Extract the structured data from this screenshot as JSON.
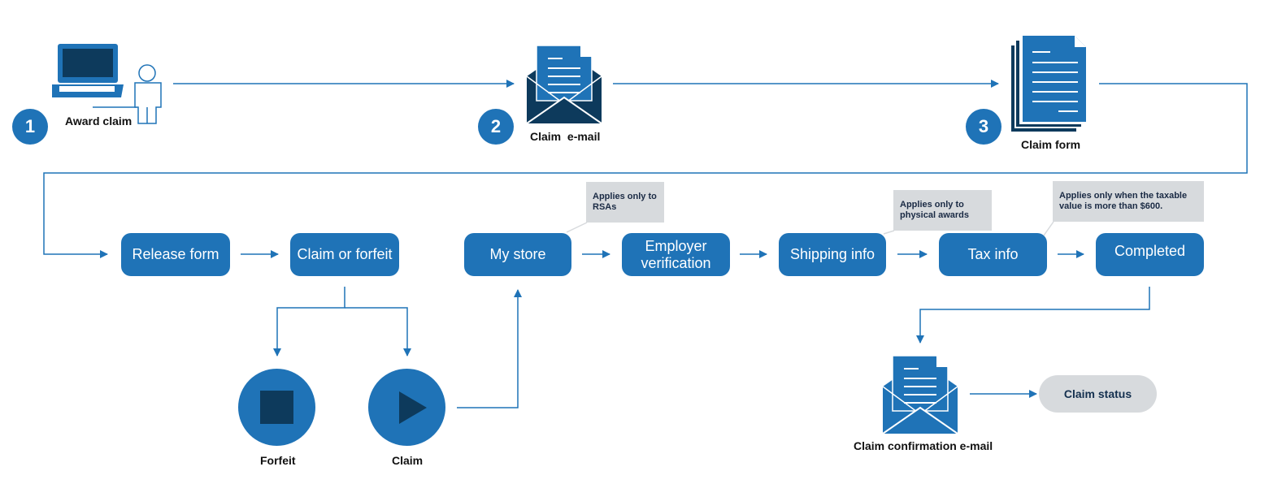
{
  "steps": [
    {
      "number": "1",
      "label": "Award claim"
    },
    {
      "number": "2",
      "label": "Claim  e-mail"
    },
    {
      "number": "3",
      "label": "Claim form"
    }
  ],
  "flow": {
    "release_form": "Release form",
    "claim_or_forfeit": "Claim or forfeit",
    "my_store": "My store",
    "employer_verification": "Employer verification",
    "shipping_info": "Shipping info",
    "tax_info": "Tax info",
    "completed": "Completed"
  },
  "notes": {
    "rsa": "Applies only to RSAs",
    "physical": "Applies only to physical awards",
    "taxable": "Applies only when the taxable value is more than $600."
  },
  "choices": {
    "forfeit": "Forfeit",
    "claim": "Claim"
  },
  "confirmation": {
    "label": "Claim confirmation e-mail",
    "status": "Claim status"
  },
  "colors": {
    "primary": "#1f73b7",
    "dark": "#0d3a5c",
    "note_bg": "#d7dadd"
  },
  "icons": {
    "step1": "laptop-person-icon",
    "step2": "envelope-letter-icon",
    "step3": "document-stack-icon",
    "forfeit": "stop-icon",
    "claim": "play-icon",
    "confirmation": "envelope-letter-icon"
  }
}
